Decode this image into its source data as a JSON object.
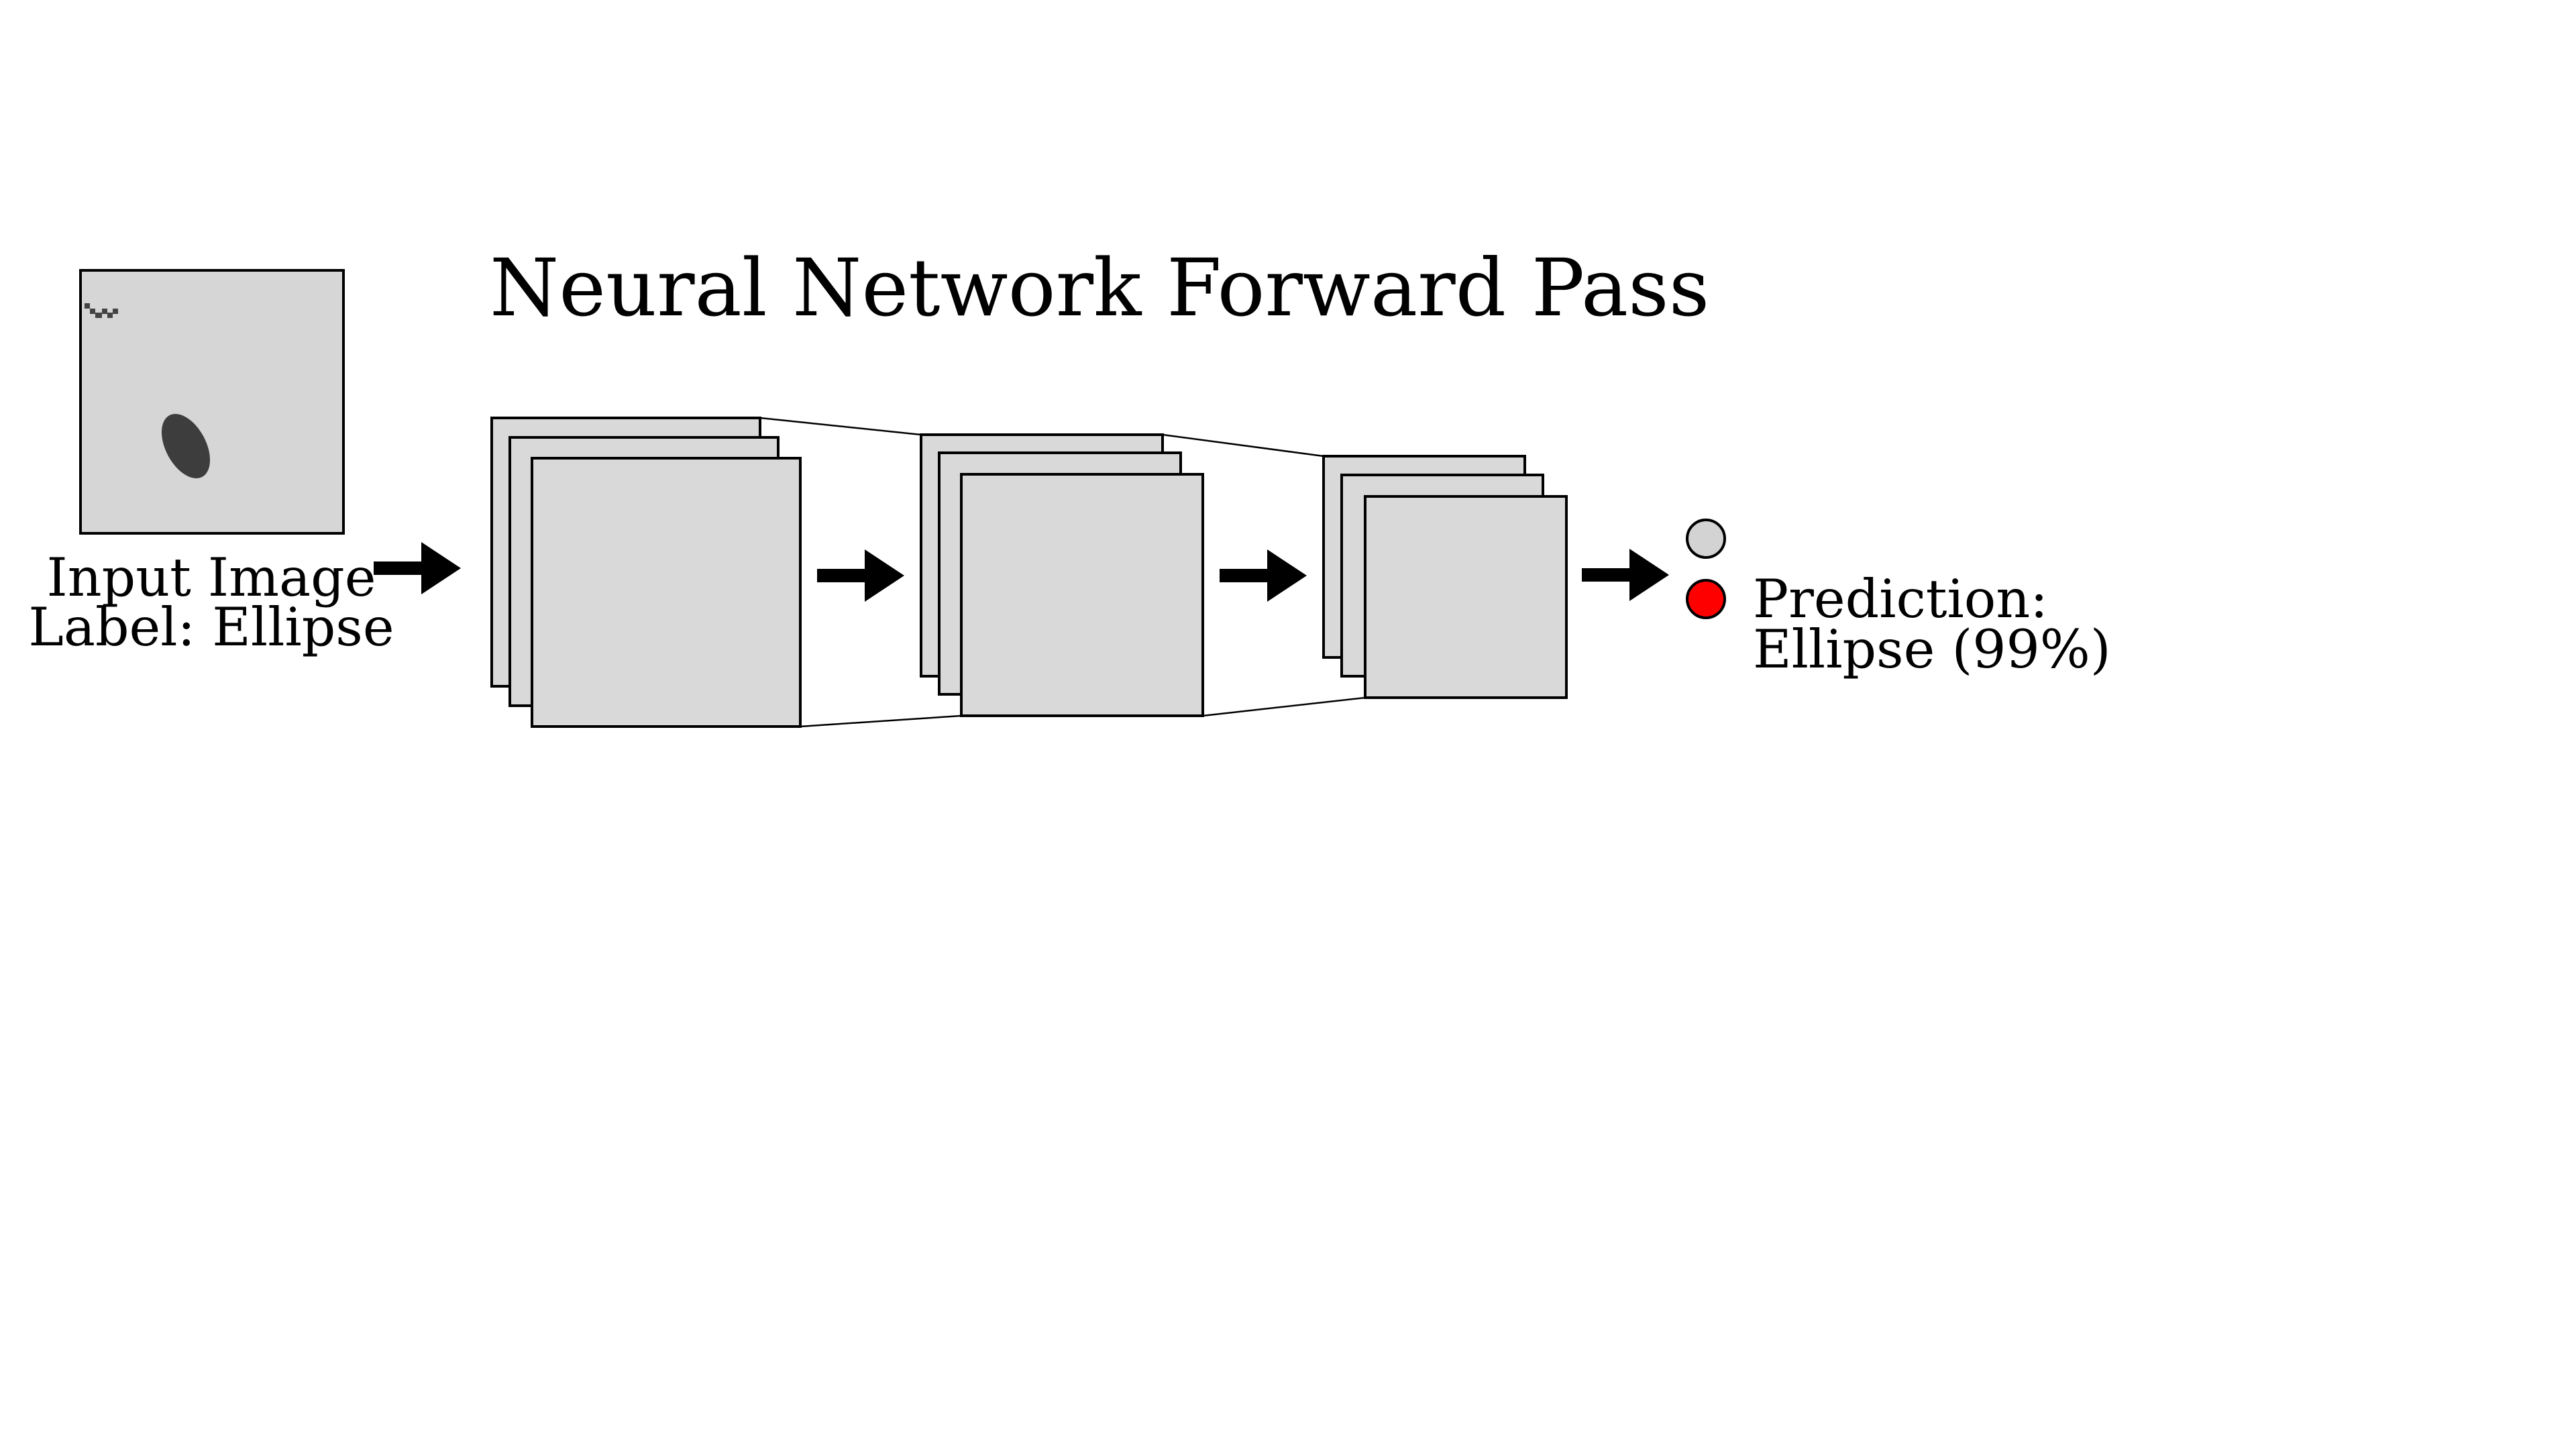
{
  "title": "Neural Network Forward Pass",
  "input": {
    "caption_line1": "Input Image",
    "caption_line2": "Label: Ellipse"
  },
  "prediction": {
    "line1": "Prediction:",
    "line2": "Ellipse (99%)"
  },
  "colors": {
    "feature_map_fill": "#d9d9d9",
    "input_background": "#d6d6d6",
    "blob": "#3d3d3d",
    "output_inactive": "#d3d3d3",
    "output_active": "#ff0000",
    "stroke": "#000000"
  },
  "icons": {
    "arrow": "right-arrow-icon",
    "output_node": "circle-node-icon"
  }
}
